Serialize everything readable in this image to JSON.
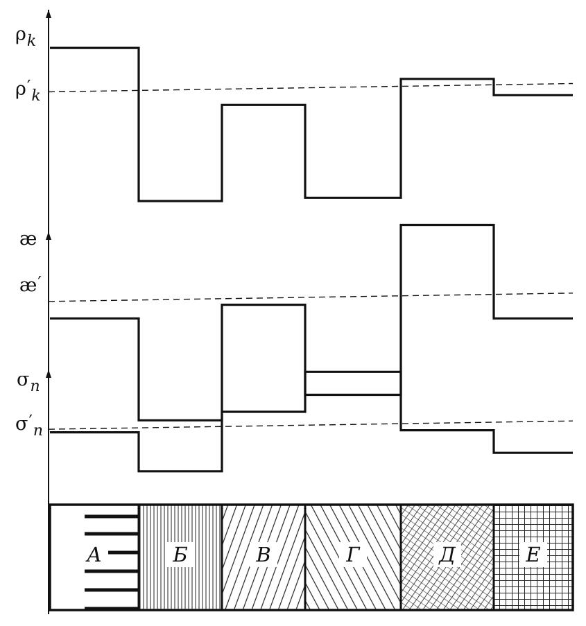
{
  "profiles": [
    {
      "id": "rho",
      "symbol": "ρ",
      "subscript": "k",
      "prime_symbol": "ρ",
      "prime_mark": "′",
      "prime_subscript": "k",
      "levels": [
        0.94,
        0.0,
        0.59,
        0.02,
        0.75,
        0.65
      ],
      "threshold": 0.67
    },
    {
      "id": "ae",
      "symbol": "æ",
      "subscript": "",
      "prime_symbol": "æ",
      "prime_mark": "′",
      "prime_subscript": "",
      "levels": [
        0.35,
        -0.25,
        0.43,
        -0.1,
        0.9,
        0.35
      ],
      "threshold": 0.45
    },
    {
      "id": "sigma",
      "symbol": "σ",
      "subscript": "n",
      "prime_symbol": "σ",
      "prime_mark": "′",
      "prime_subscript": "n",
      "levels": [
        0.3,
        -0.08,
        0.5,
        0.89,
        0.32,
        0.1
      ],
      "threshold": 0.33
    }
  ],
  "blocks": [
    {
      "letter": "А",
      "pattern": "horizontal-ticks"
    },
    {
      "letter": "Б",
      "pattern": "vertical-lines"
    },
    {
      "letter": "В",
      "pattern": "forward-diagonal"
    },
    {
      "letter": "Г",
      "pattern": "back-diagonal"
    },
    {
      "letter": "Д",
      "pattern": "crosshatch"
    },
    {
      "letter": "Е",
      "pattern": "grid"
    }
  ]
}
